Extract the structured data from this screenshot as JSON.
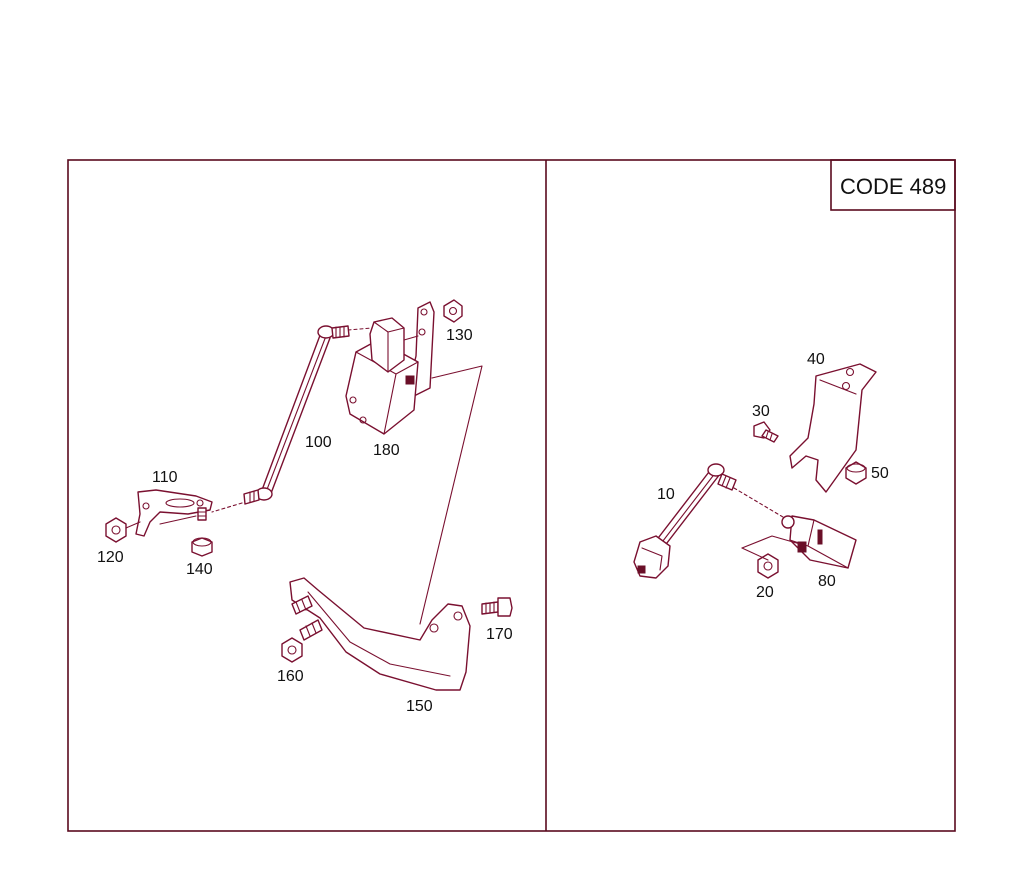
{
  "panel_code": "CODE 489",
  "left_labels": {
    "l100": "100",
    "l110": "110",
    "l120": "120",
    "l130": "130",
    "l140": "140",
    "l150": "150",
    "l160": "160",
    "l170": "170",
    "l180": "180"
  },
  "right_labels": {
    "l10": "10",
    "l20": "20",
    "l30": "30",
    "l40": "40",
    "l50": "50",
    "l80": "80"
  }
}
